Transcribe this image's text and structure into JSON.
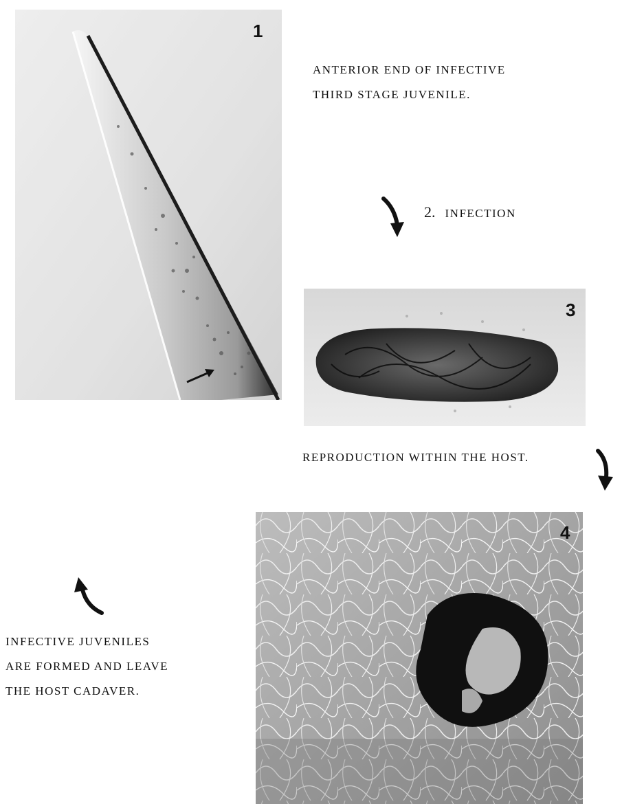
{
  "panel1": {
    "number": "1",
    "caption_lines": [
      "ANTERIOR END OF INFECTIVE",
      "THIRD STAGE JUVENILE."
    ]
  },
  "step2": {
    "number": "2.",
    "label": "INFECTION"
  },
  "panel3": {
    "number": "3",
    "caption": "REPRODUCTION WITHIN THE HOST."
  },
  "panel4": {
    "number": "4"
  },
  "final_caption_lines": [
    "INFECTIVE JUVENILES",
    "ARE FORMED AND LEAVE",
    "THE HOST CADAVER."
  ],
  "icons": {
    "arrow": "curved-arrow-icon",
    "pointer": "pointer-arrow-icon"
  }
}
